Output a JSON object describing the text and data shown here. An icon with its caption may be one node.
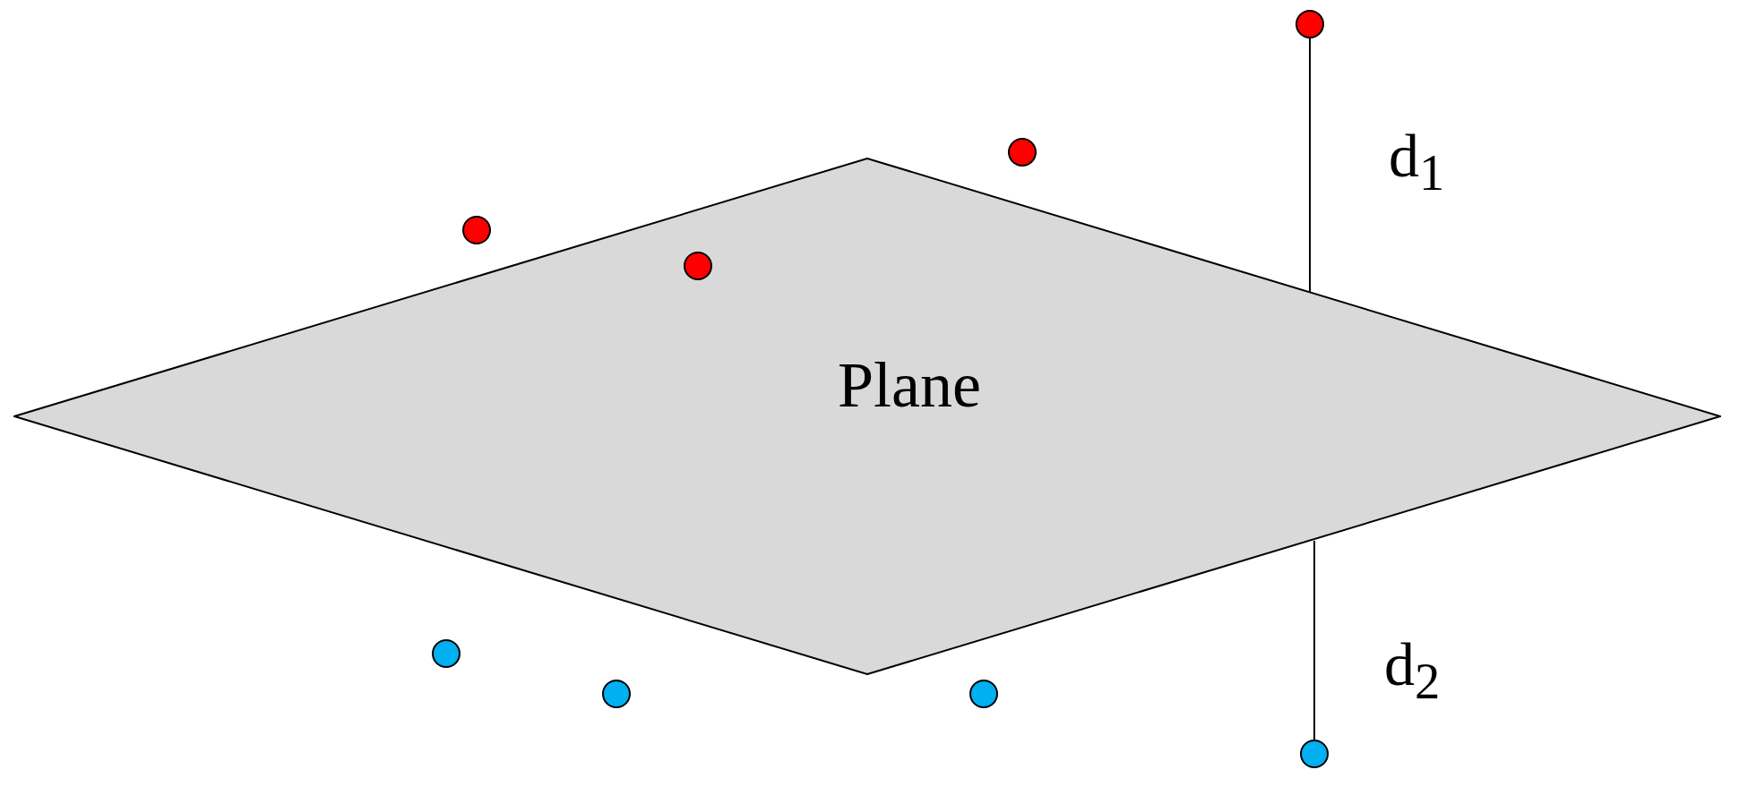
{
  "diagram": {
    "nodes": [
      {
        "text": [
          "Plane"
        ]
      },
      {
        "text": [],
        "shape": "circle"
      },
      {
        "text": [],
        "shape": "circle"
      },
      {
        "text": [],
        "shape": "circle"
      },
      {
        "text": [],
        "shape": "circle",
        "in": 0
      },
      {
        "text": [],
        "shape": "circle"
      },
      {
        "text": [],
        "shape": "circle"
      },
      {
        "text": [],
        "shape": "circle"
      },
      {
        "text": [],
        "shape": "circle"
      }
    ],
    "edges": [
      {
        "from": 1,
        "to": 0,
        "arrow": "none",
        "label": "d$_{1}$"
      },
      {
        "from": 0,
        "to": 8,
        "arrow": "none",
        "label": "d$_{2}$"
      }
    ]
  }
}
